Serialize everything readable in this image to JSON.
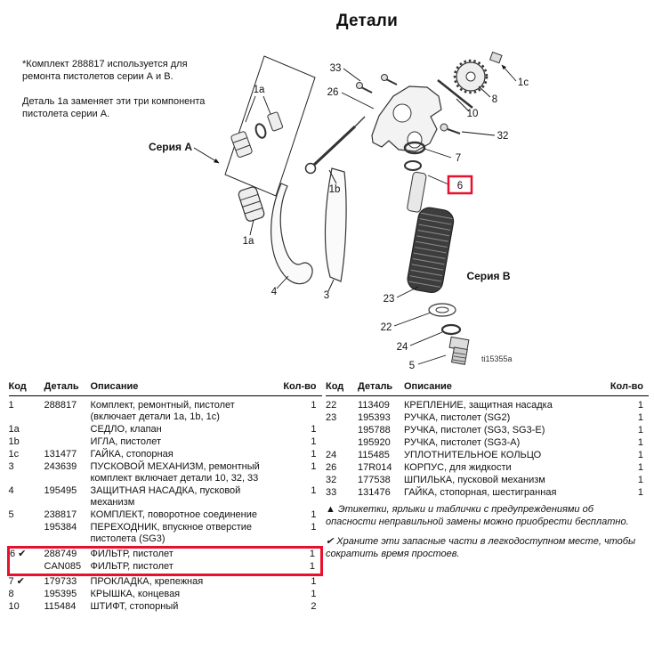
{
  "title": "Детали",
  "side_note": {
    "paragraph1": "*Комплект 288817 используется для ремонта пистолетов серии А и В.",
    "paragraph2": "Деталь 1a заменяет эти три компонента пистолета серии А.",
    "series_a_label": "Серия А"
  },
  "diagram": {
    "series_b_label": "Серия В",
    "figure_code": "ti15355a",
    "callouts": {
      "c33": "33",
      "c26": "26",
      "c1c": "1c",
      "c8": "8",
      "c10": "10",
      "c32": "32",
      "c7": "7",
      "c6": "6",
      "c1b": "1b",
      "c1a_box": "1a",
      "c1a": "1a",
      "c4": "4",
      "c3": "3",
      "c23": "23",
      "c22": "22",
      "c24": "24",
      "c5": "5"
    }
  },
  "colors": {
    "highlight_red": "#e8112d"
  },
  "parts_table": {
    "headers": {
      "code": "Код",
      "part": "Деталь",
      "description": "Описание",
      "qty": "Кол-во"
    },
    "left_rows": [
      {
        "code": "1",
        "part": "288817",
        "desc": "Комплект, ремонтный, пистолет (включает детали 1a, 1b, 1c)",
        "qty": "1"
      },
      {
        "code": "1a",
        "part": "",
        "desc": "СЕДЛО, клапан",
        "qty": "1"
      },
      {
        "code": "1b",
        "part": "",
        "desc": "ИГЛА, пистолет",
        "qty": "1"
      },
      {
        "code": "1c",
        "part": "131477",
        "desc": "ГАЙКА, стопорная",
        "qty": "1"
      },
      {
        "code": "3",
        "part": "243639",
        "desc": "ПУСКОВОЙ МЕХАНИЗМ, ремонтный комплект включает детали 10, 32, 33",
        "qty": "1"
      },
      {
        "code": "4",
        "part": "195495",
        "desc": "ЗАЩИТНАЯ НАСАДКА, пусковой механизм",
        "qty": "1"
      },
      {
        "code": "5",
        "part": "238817",
        "desc": "КОМПЛЕКТ, поворотное соединение",
        "qty": "1"
      },
      {
        "code": "",
        "part": "195384",
        "desc": "ПЕРЕХОДНИК, впускное отверстие пистолета (SG3)",
        "qty": "1"
      },
      {
        "code": "6 ✔",
        "part": "288749",
        "desc": "ФИЛЬТР, пистолет",
        "qty": "1",
        "highlight": true
      },
      {
        "code": "",
        "part": "CAN085",
        "desc": "ФИЛЬТР, пистолет",
        "qty": "1",
        "highlight": true
      },
      {
        "code": "7 ✔",
        "part": "179733",
        "desc": "ПРОКЛАДКА, крепежная",
        "qty": "1"
      },
      {
        "code": "8",
        "part": "195395",
        "desc": "КРЫШКА, концевая",
        "qty": "1"
      },
      {
        "code": "10",
        "part": "115484",
        "desc": "ШТИФТ, стопорный",
        "qty": "2"
      }
    ],
    "right_rows": [
      {
        "code": "22",
        "part": "113409",
        "desc": "КРЕПЛЕНИЕ, защитная насадка",
        "qty": "1"
      },
      {
        "code": "23",
        "part": "195393",
        "desc": "РУЧКА, пистолет (SG2)",
        "qty": "1"
      },
      {
        "code": "",
        "part": "195788",
        "desc": "РУЧКА, пистолет (SG3, SG3-E)",
        "qty": "1"
      },
      {
        "code": "",
        "part": "195920",
        "desc": "РУЧКА, пистолет (SG3-A)",
        "qty": "1"
      },
      {
        "code": "24",
        "part": "115485",
        "desc": "УПЛОТНИТЕЛЬНОЕ КОЛЬЦО",
        "qty": "1"
      },
      {
        "code": "26",
        "part": "17R014",
        "desc": "КОРПУС, для жидкости",
        "qty": "1"
      },
      {
        "code": "32",
        "part": "177538",
        "desc": "ШПИЛЬКА, пусковой механизм",
        "qty": "1"
      },
      {
        "code": "33",
        "part": "131476",
        "desc": "ГАЙКА, стопорная, шестигранная",
        "qty": "1"
      }
    ]
  },
  "footnotes": {
    "note1": "▲ Этикетки, ярлыки и таблички с предупреждениями об опасности неправильной замены можно приобрести бесплатно.",
    "note2": "✔ Храните эти запасные части в легкодоступном месте, чтобы сократить время простоев."
  }
}
